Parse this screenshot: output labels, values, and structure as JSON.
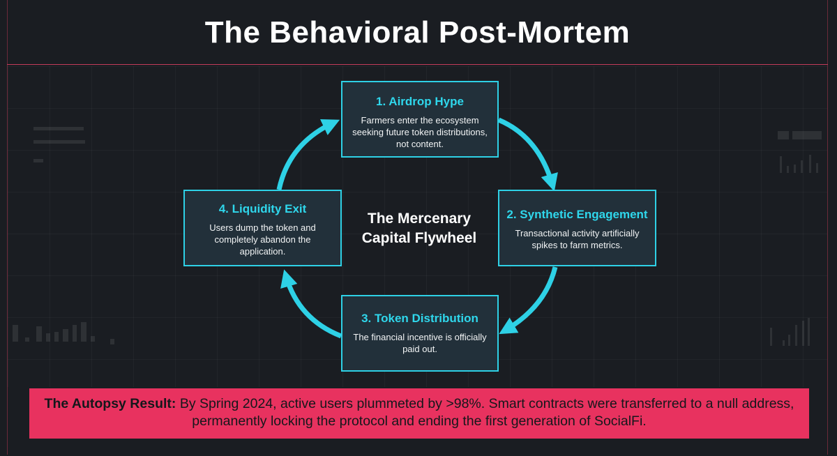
{
  "header": {
    "title": "The Behavioral Post-Mortem"
  },
  "flywheel": {
    "center_label": "The Mercenary Capital Flywheel",
    "steps": [
      {
        "title": "1. Airdrop Hype",
        "description": "Farmers enter the ecosystem seeking future token distributions, not content."
      },
      {
        "title": "2. Synthetic Engagement",
        "description": "Transactional activity artificially spikes to farm metrics."
      },
      {
        "title": "3. Token Distribution",
        "description": "The financial incentive is officially paid out."
      },
      {
        "title": "4. Liquidity Exit",
        "description": "Users dump the token and completely abandon the application."
      }
    ]
  },
  "result_banner": {
    "label": "The Autopsy Result:",
    "text": "By Spring 2024, active users plummeted by >98%. Smart contracts were transferred to a null address, permanently locking the protocol and ending the first generation of SocialFi."
  },
  "colors": {
    "background": "#1a1d22",
    "accent_cyan": "#2ed1e6",
    "banner_pink": "#e8325f",
    "divider_red": "#c23b5a"
  }
}
